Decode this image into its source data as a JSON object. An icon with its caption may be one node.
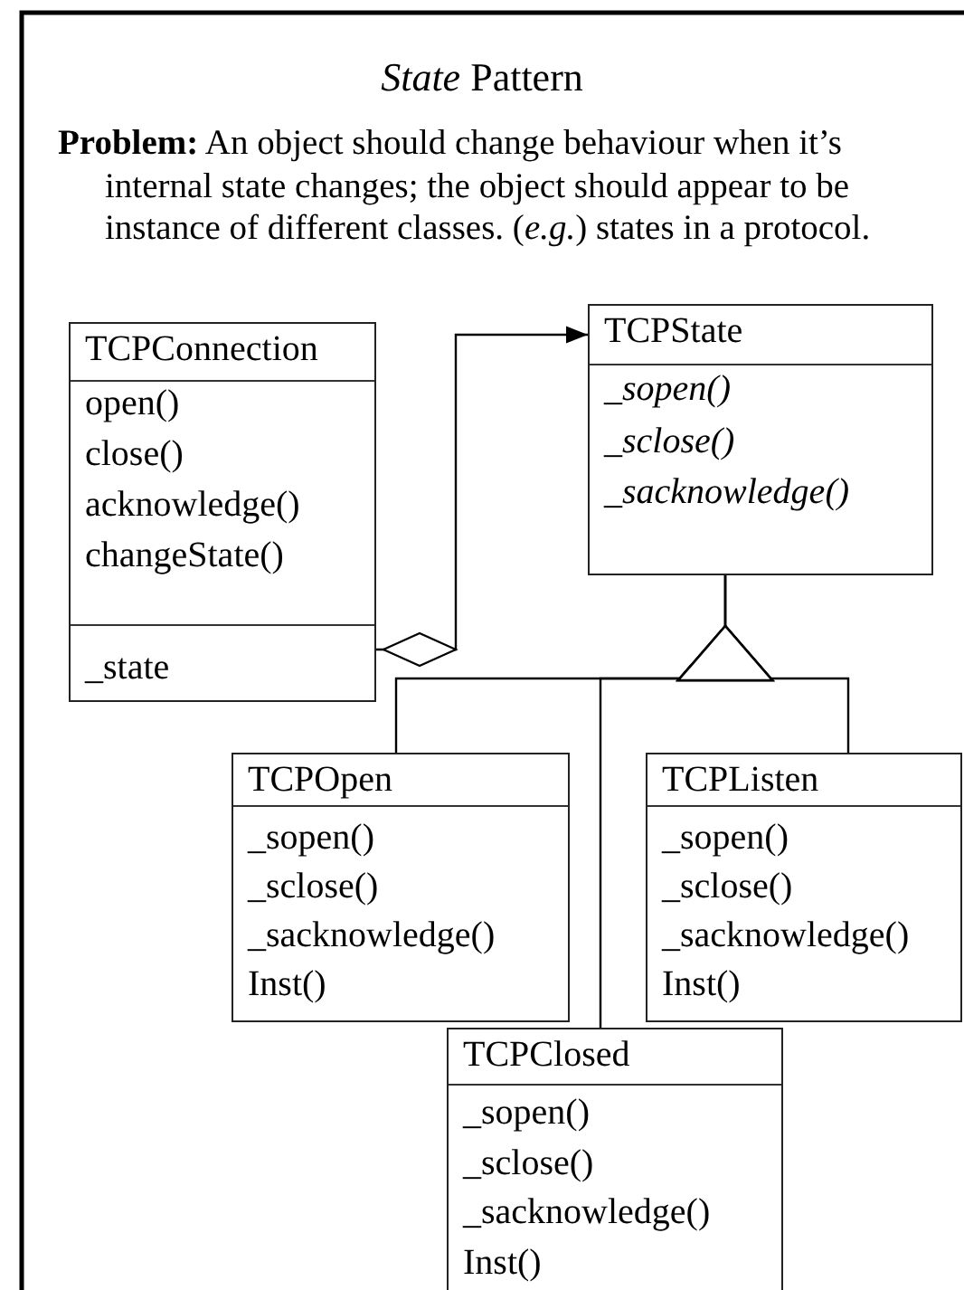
{
  "diagram": {
    "title": "*State* Pattern",
    "nodes": [
      {
        "text": [
          "TCPConnection",
          "open()",
          "close()",
          "acknowledge()",
          "changeState()",
          "_state"
        ]
      },
      {
        "text": [
          "TCPState",
          "*_sopen()*",
          "*_sclose()*",
          "*_sacknowledge()*"
        ]
      },
      {
        "text": [
          "TCPOpen",
          "_sopen()",
          "_sclose()",
          "_sacknowledge()",
          "Inst()"
        ]
      },
      {
        "text": [
          "TCPListen",
          "_sopen()",
          "_sclose()",
          "_sacknowledge()",
          "Inst()"
        ]
      },
      {
        "text": [
          "TCPClosed",
          "_sopen()",
          "_sclose()",
          "_sacknowledge()",
          "Inst()"
        ]
      }
    ],
    "edges": [
      {
        "from": 0,
        "to": 1,
        "arrow": "to"
      },
      {
        "from": 2,
        "to": 1,
        "arrow": "to"
      },
      {
        "from": 3,
        "to": 1,
        "arrow": "to"
      },
      {
        "from": 4,
        "to": 1,
        "arrow": "to"
      }
    ],
    "labels": [
      "**Problem:** An object should change behaviour when it’s internal state changes; the object should appear to be instance of different classes. (*e.g.*) states in a protocol."
    ]
  }
}
